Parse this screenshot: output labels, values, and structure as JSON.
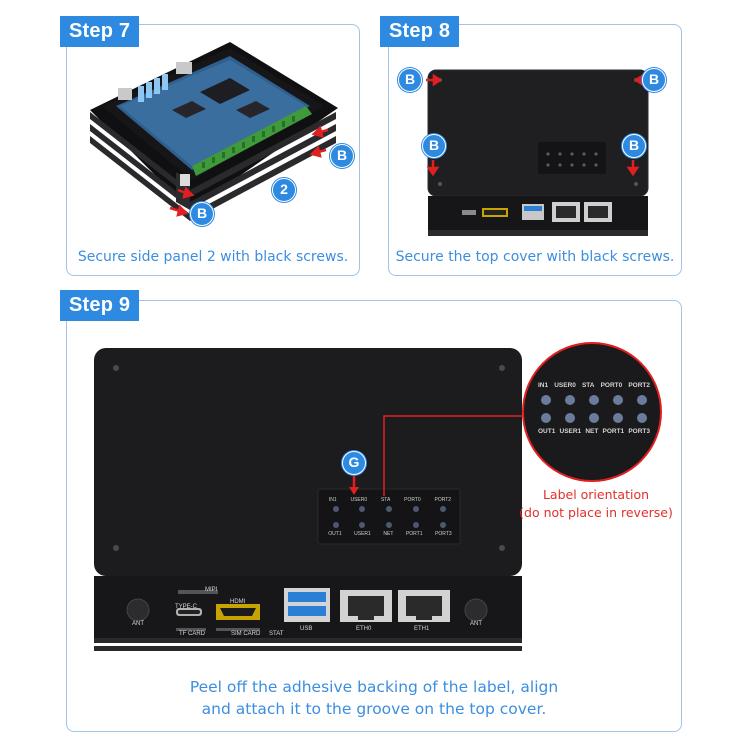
{
  "step7": {
    "tag": "Step 7",
    "caption": "Secure side panel 2 with black screws.",
    "callout_b": "B",
    "callout_2": "2"
  },
  "step8": {
    "tag": "Step 8",
    "caption": "Secure the top cover with black screws.",
    "callout_b": "B"
  },
  "step9": {
    "tag": "Step 9",
    "callout_g": "G",
    "caption_line1": "Peel off the adhesive backing of the label, align",
    "caption_line2": "and attach it to the groove on the top cover.",
    "note_line1": "Label orientation",
    "note_line2": "(do not place in reverse)",
    "label_top_row": [
      "IN1",
      "USER0",
      "STA",
      "PORT0",
      "PORT2"
    ],
    "label_bottom_row": [
      "OUT1",
      "USER1",
      "NET",
      "PORT1",
      "PORT3"
    ],
    "ports": {
      "hdmi": "HDMI",
      "mipi": "MIPI",
      "type_c": "TYPE-C",
      "tf_card": "TF CARD",
      "sim_card": "SIM CARD",
      "stat": "STAT",
      "usb": "USB",
      "eth0": "ETH0",
      "eth1": "ETH1",
      "ant": "ANT"
    }
  },
  "colors": {
    "accent_blue": "#2e8ae0",
    "caption_blue": "#3c8ee0",
    "panel_border": "#9fc3ea",
    "note_red": "#e0302a",
    "device_black": "#1c1c1e",
    "pcb_blue": "#2f5f8f",
    "terminal_green": "#3f9a3c"
  }
}
